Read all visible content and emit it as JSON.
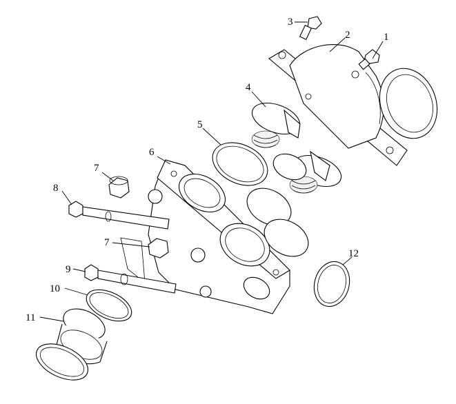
{
  "callouts": [
    {
      "label": "1"
    },
    {
      "label": "2"
    },
    {
      "label": "3"
    },
    {
      "label": "4"
    },
    {
      "label": "5"
    },
    {
      "label": "6"
    },
    {
      "label": "7"
    },
    {
      "label": "7"
    },
    {
      "label": "8"
    },
    {
      "label": "9"
    },
    {
      "label": "10"
    },
    {
      "label": "11"
    },
    {
      "label": "12"
    }
  ]
}
